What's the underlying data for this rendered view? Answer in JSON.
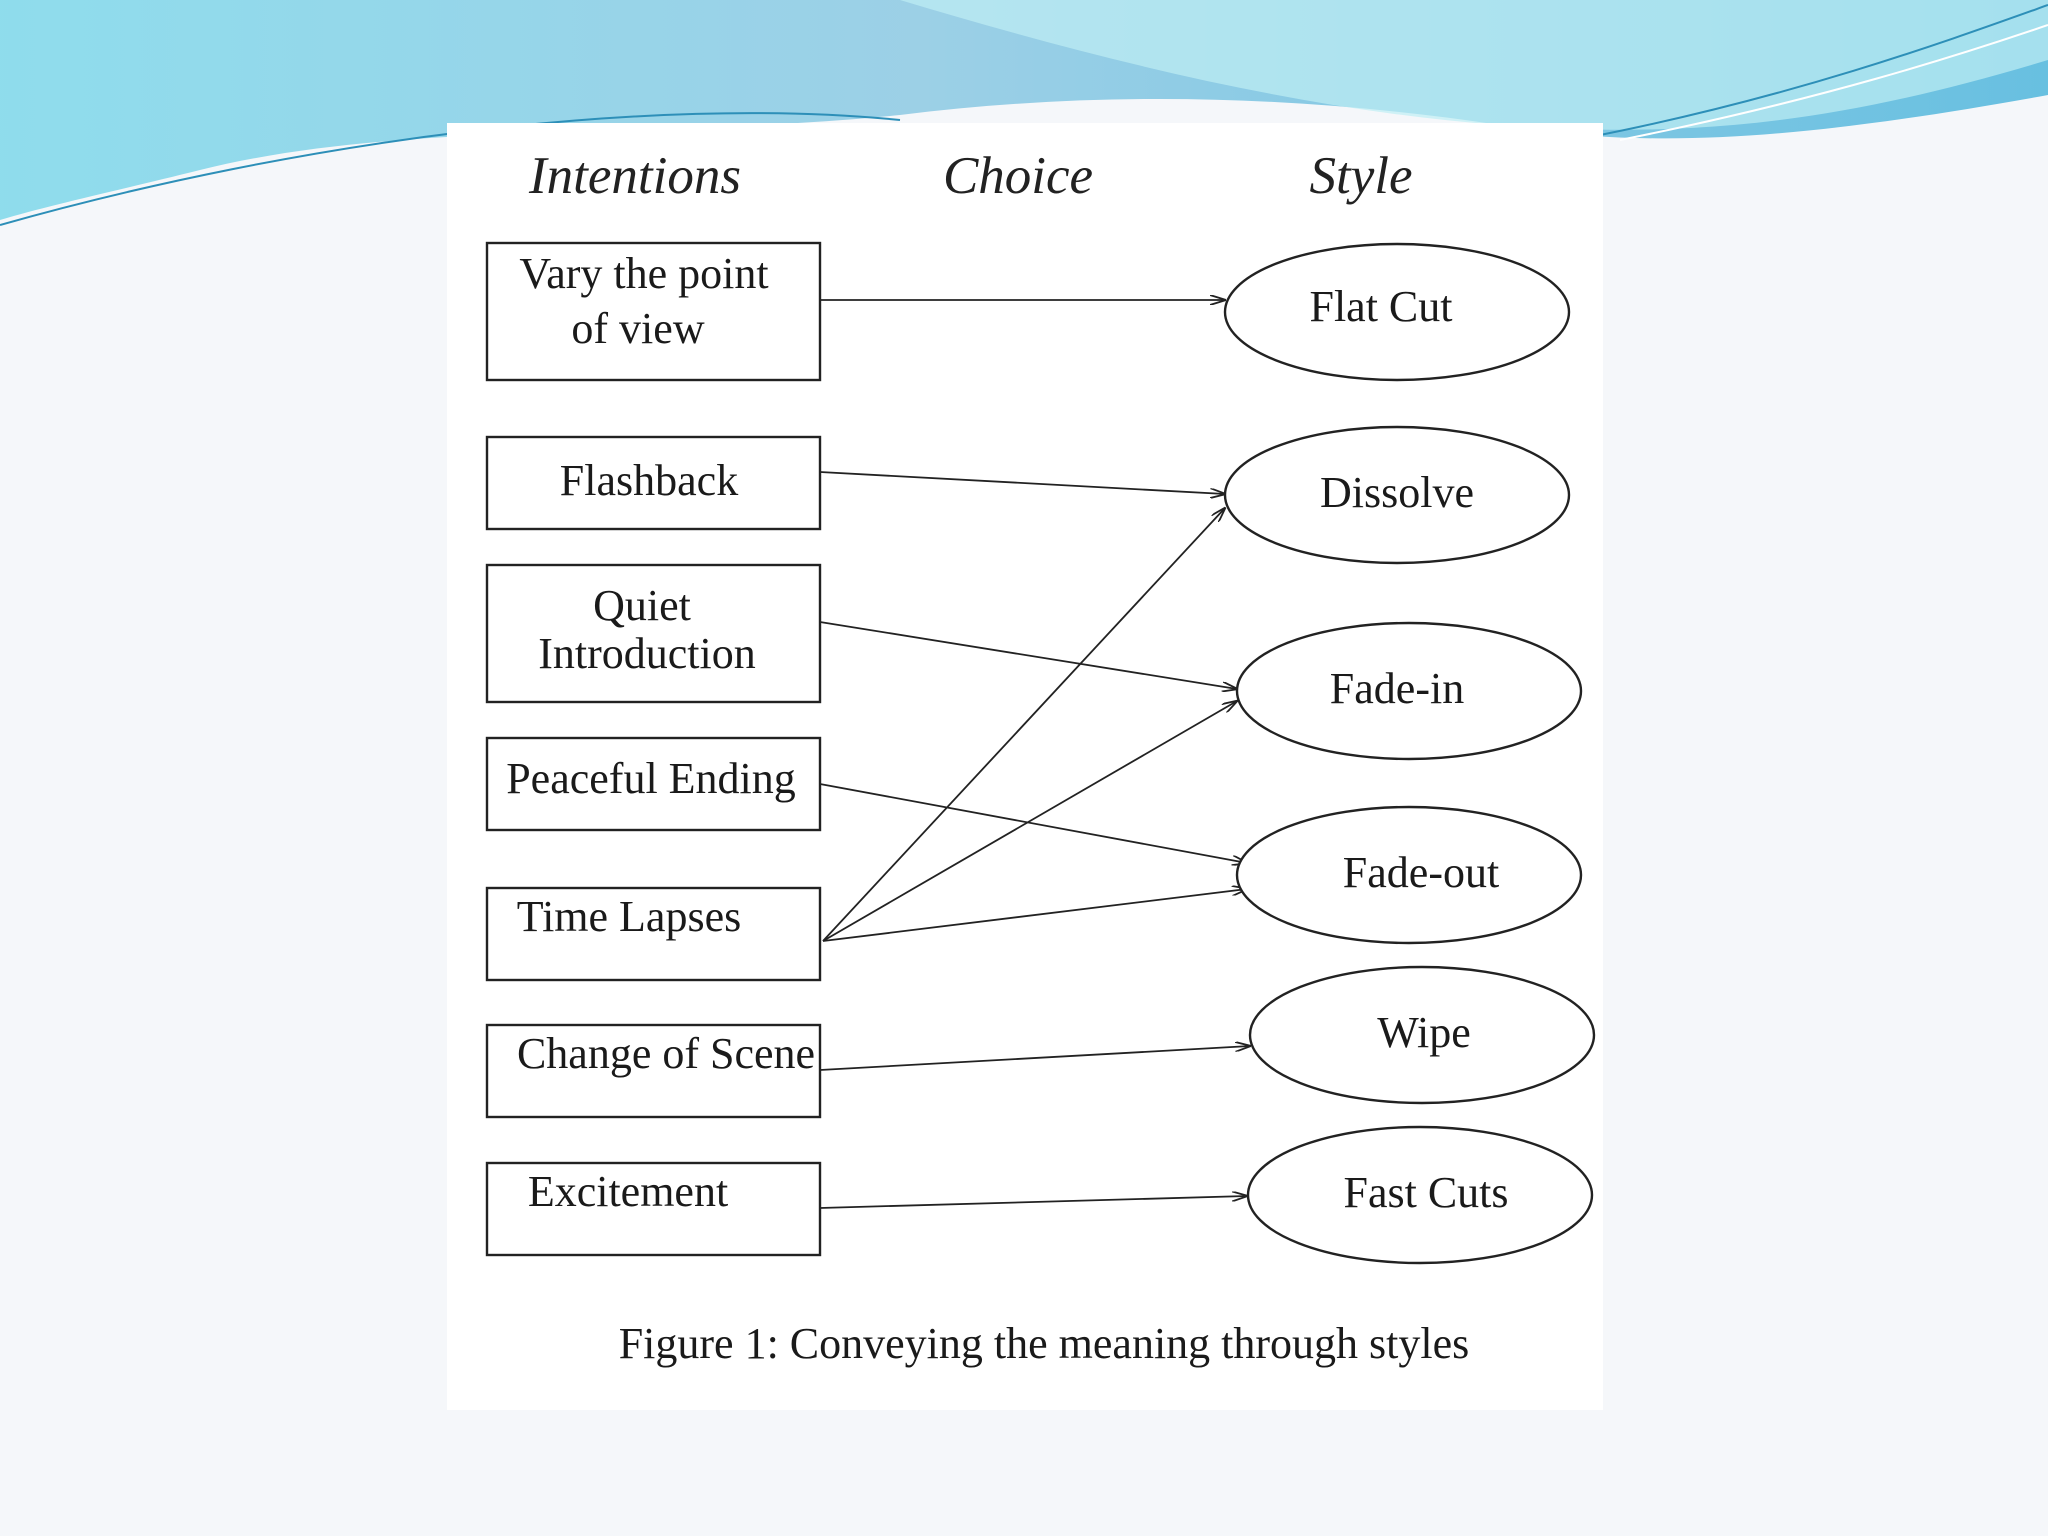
{
  "headers": {
    "intentions": "Intentions",
    "choice": "Choice",
    "style": "Style"
  },
  "intentions": [
    {
      "id": "vary",
      "lines": [
        "Vary the point",
        "of view"
      ]
    },
    {
      "id": "flashback",
      "lines": [
        "Flashback"
      ]
    },
    {
      "id": "quiet",
      "lines": [
        "Quiet",
        "Introduction"
      ]
    },
    {
      "id": "peaceful",
      "lines": [
        "Peaceful Ending"
      ]
    },
    {
      "id": "timelapses",
      "lines": [
        "Time Lapses"
      ]
    },
    {
      "id": "scene",
      "lines": [
        "Change of Scene"
      ]
    },
    {
      "id": "excitement",
      "lines": [
        "Excitement"
      ]
    }
  ],
  "styles": [
    {
      "id": "flatcut",
      "label": "Flat Cut"
    },
    {
      "id": "dissolve",
      "label": "Dissolve"
    },
    {
      "id": "fadein",
      "label": "Fade-in"
    },
    {
      "id": "fadeout",
      "label": "Fade-out"
    },
    {
      "id": "wipe",
      "label": "Wipe"
    },
    {
      "id": "fastcuts",
      "label": "Fast Cuts"
    }
  ],
  "edges": [
    {
      "from": "vary",
      "to": "flatcut"
    },
    {
      "from": "flashback",
      "to": "dissolve"
    },
    {
      "from": "quiet",
      "to": "fadein"
    },
    {
      "from": "peaceful",
      "to": "fadeout"
    },
    {
      "from": "timelapses",
      "to": "dissolve"
    },
    {
      "from": "timelapses",
      "to": "fadein"
    },
    {
      "from": "timelapses",
      "to": "fadeout"
    },
    {
      "from": "scene",
      "to": "wipe"
    },
    {
      "from": "excitement",
      "to": "fastcuts"
    }
  ],
  "caption": "Figure 1: Conveying the meaning through styles",
  "colors": {
    "wave_light": "#a8e6ef",
    "wave_mid": "#6cc7df",
    "wave_dark": "#3aa9d0"
  }
}
